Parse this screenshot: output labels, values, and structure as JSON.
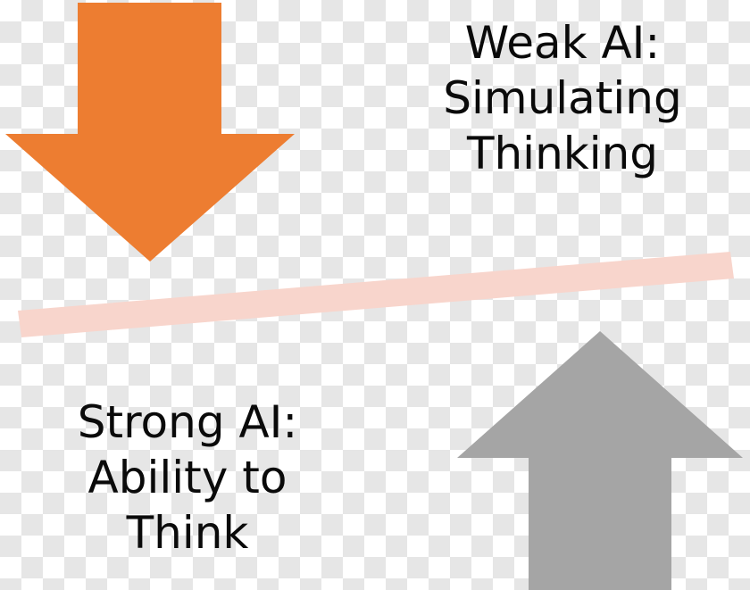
{
  "colors": {
    "down_arrow": "#ED7D31",
    "up_arrow": "#A5A5A5",
    "balance_beam": "#F8D5CC",
    "text": "#0A0A0A"
  },
  "icons": {
    "down_arrow": "arrow-down-icon",
    "up_arrow": "arrow-up-icon"
  },
  "weak_ai": {
    "line1": "Weak AI:",
    "line2": "Simulating",
    "line3": "Thinking"
  },
  "strong_ai": {
    "line1": "Strong AI:",
    "line2": "Ability to",
    "line3": "Think"
  }
}
